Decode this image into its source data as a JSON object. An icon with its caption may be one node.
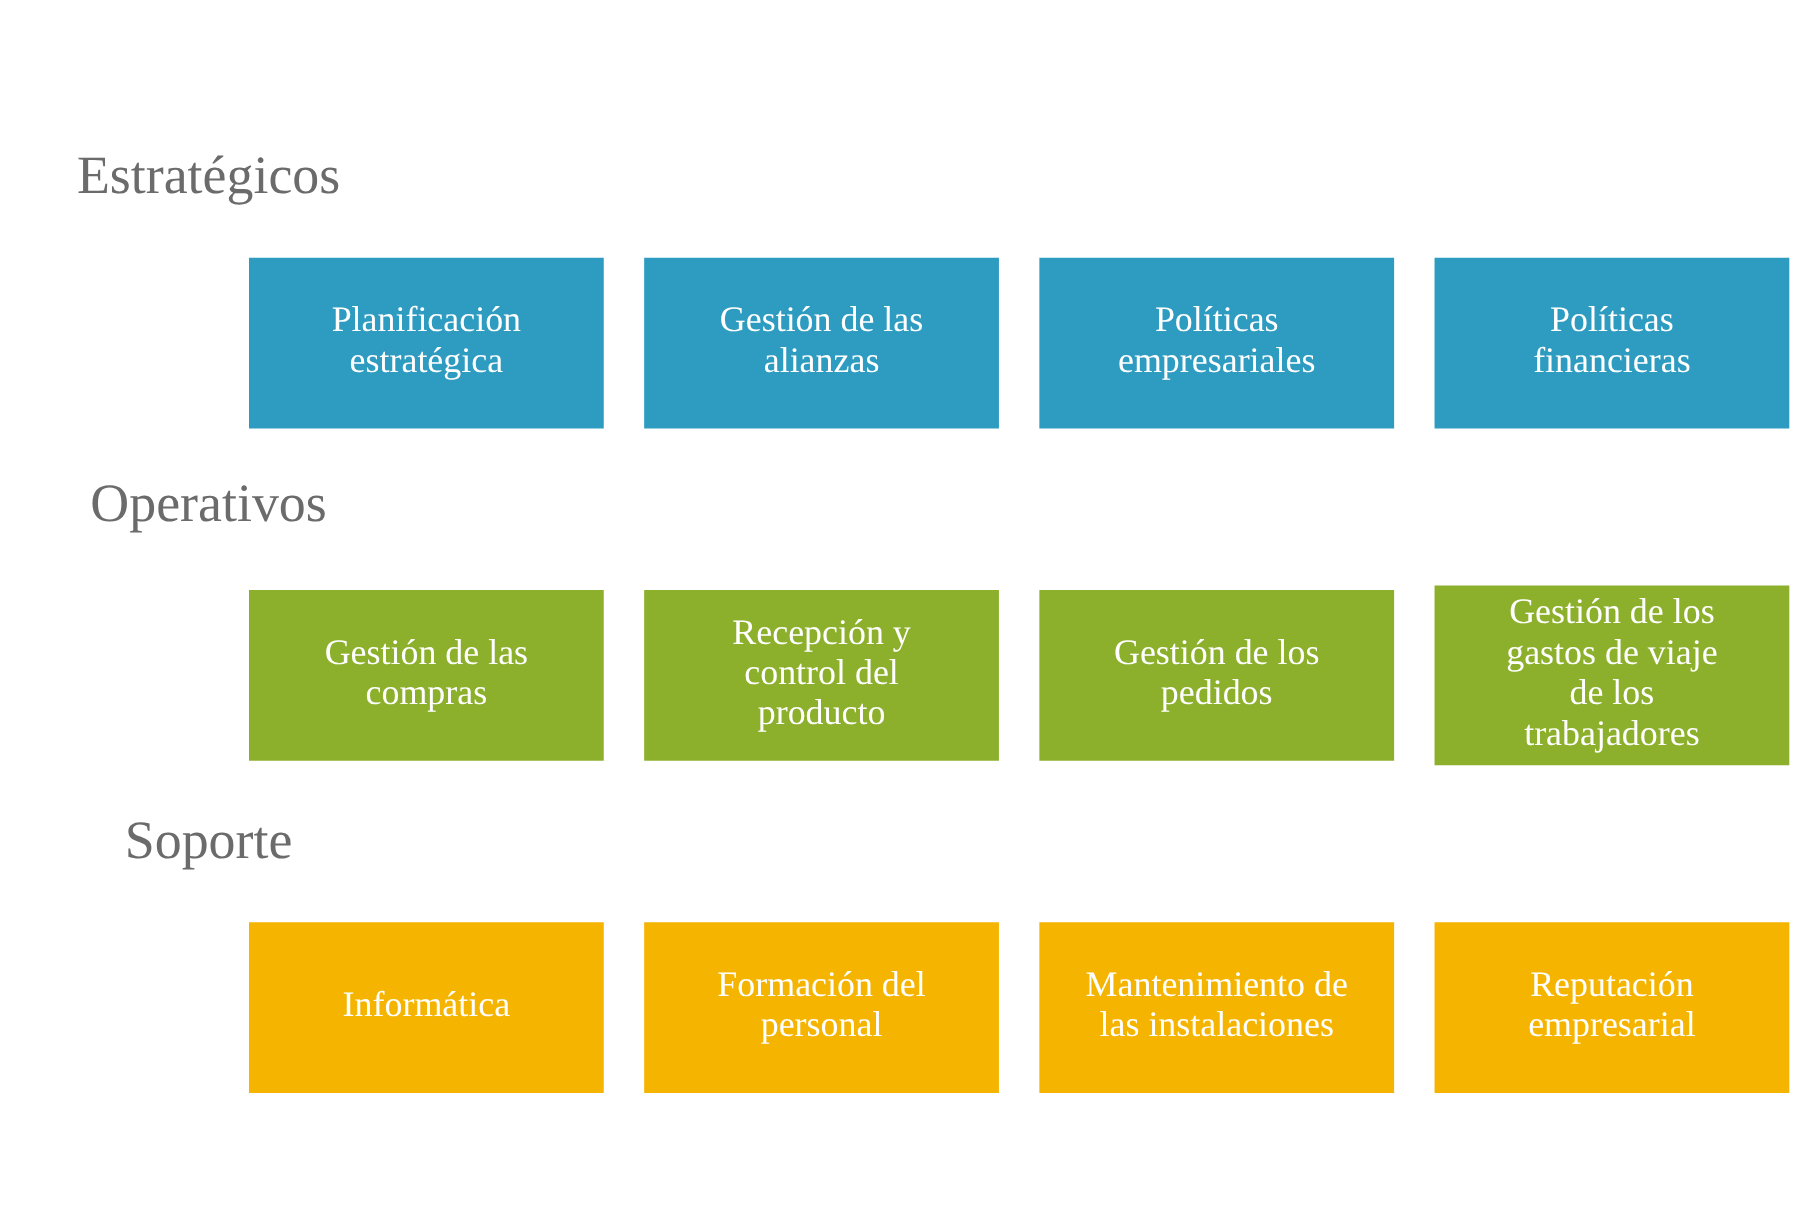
{
  "diagram": {
    "nodes": [
      {
        "text": [
          "Planificación estratégica"
        ]
      },
      {
        "text": [
          "Gestión de las alianzas"
        ]
      },
      {
        "text": [
          "Políticas empresariales"
        ]
      },
      {
        "text": [
          "Políticas financieras"
        ]
      },
      {
        "text": [
          "Gestión de las compras"
        ]
      },
      {
        "text": [
          "Recepción y control del producto"
        ]
      },
      {
        "text": [
          "Gestión de los pedidos"
        ]
      },
      {
        "text": [
          "Gestión de los gastos de viaje de los trabajadores"
        ]
      },
      {
        "text": [
          "Informática"
        ]
      },
      {
        "text": [
          "Formación del personal"
        ]
      },
      {
        "text": [
          "Mantenimiento de las instalaciones"
        ]
      },
      {
        "text": [
          "Reputación empresarial"
        ]
      }
    ],
    "edges": [],
    "labels": [
      "Estratégicos",
      "Operativos",
      "Soporte"
    ]
  }
}
